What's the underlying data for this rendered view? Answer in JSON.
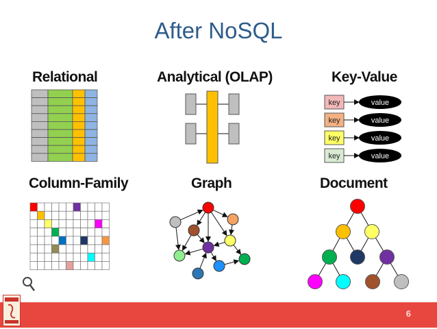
{
  "slide": {
    "title": "After NoSQL",
    "page_number": "6"
  },
  "panels": {
    "relational": {
      "label": "Relational",
      "rows": 9,
      "column_colors": [
        "#bfbfbf",
        "#92d050",
        "#ffc000",
        "#8db4e2"
      ]
    },
    "olap": {
      "label": "Analytical (OLAP)",
      "colors": {
        "bar": "#ffc000",
        "box": "#bfbfbf"
      }
    },
    "key_value": {
      "label": "Key-Value",
      "pairs": [
        {
          "key": "key",
          "value": "value",
          "key_color": "#f2b8b8"
        },
        {
          "key": "key",
          "value": "value",
          "key_color": "#f4b183"
        },
        {
          "key": "key",
          "value": "value",
          "key_color": "#ffff66"
        },
        {
          "key": "key",
          "value": "value",
          "key_color": "#d9ead3"
        }
      ]
    },
    "column_family": {
      "label": "Column-Family",
      "grid_cols": 11,
      "grid_rows": 8,
      "colored_cells": [
        {
          "col": 0,
          "row": 0,
          "color": "#ff0000"
        },
        {
          "col": 6,
          "row": 0,
          "color": "#7030a0"
        },
        {
          "col": 1,
          "row": 1,
          "color": "#ffc000"
        },
        {
          "col": 2,
          "row": 2,
          "color": "#ffff66"
        },
        {
          "col": 9,
          "row": 2,
          "color": "#ff00ff"
        },
        {
          "col": 3,
          "row": 3,
          "color": "#00b050"
        },
        {
          "col": 4,
          "row": 4,
          "color": "#0070c0"
        },
        {
          "col": 7,
          "row": 4,
          "color": "#1f3864"
        },
        {
          "col": 10,
          "row": 4,
          "color": "#f79646"
        },
        {
          "col": 3,
          "row": 5,
          "color": "#948a54"
        },
        {
          "col": 8,
          "row": 6,
          "color": "#00ffff"
        },
        {
          "col": 5,
          "row": 7,
          "color": "#e6a0a0"
        }
      ]
    },
    "graph": {
      "label": "Graph",
      "node_colors": [
        "#ff0000",
        "#f4a460",
        "#ffff66",
        "#a0522d",
        "#7030a0",
        "#bfbfbf",
        "#90ee90",
        "#00b050",
        "#1e90ff",
        "#2e75b6"
      ]
    },
    "document": {
      "label": "Document",
      "node_colors": [
        "#ff0000",
        "#ffc000",
        "#ffff66",
        "#00b050",
        "#1f3864",
        "#7030a0",
        "#ff00ff",
        "#00ffff",
        "#a0522d",
        "#bfbfbf"
      ]
    }
  },
  "colors": {
    "title": "#2e5b8a",
    "footer": "#e8473f",
    "edge": "#111111"
  }
}
